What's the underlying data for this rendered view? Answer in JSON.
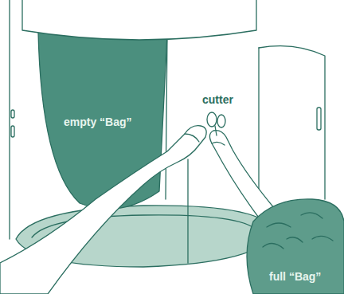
{
  "diagram": {
    "labels": [
      "empty “Bag”",
      "cutter",
      "full “Bag”"
    ]
  }
}
